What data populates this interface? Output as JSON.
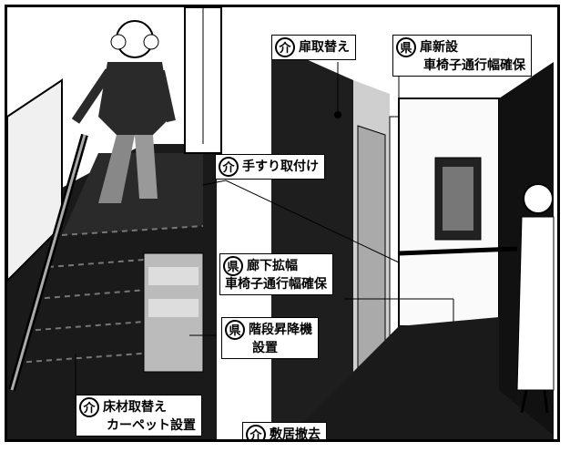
{
  "badges": {
    "kaigo": "介",
    "ken": "県"
  },
  "labels": {
    "door_replace": {
      "badge": "介",
      "text": "扉取替え"
    },
    "door_new": {
      "badge": "県",
      "text": "扉新設",
      "line2": "車椅子通行幅確保"
    },
    "handrail": {
      "badge": "介",
      "text": "手すり取付け"
    },
    "corridor": {
      "badge": "県",
      "text": "廊下拡幅",
      "line2": "車椅子通行幅確保"
    },
    "stairlift": {
      "badge": "県",
      "text": "階段昇降機",
      "line2": "設置"
    },
    "floor": {
      "badge": "介",
      "text": "床材取替え",
      "line2": "カーペット設置"
    },
    "threshold": {
      "badge": "介",
      "text": "敷居撤去"
    }
  }
}
